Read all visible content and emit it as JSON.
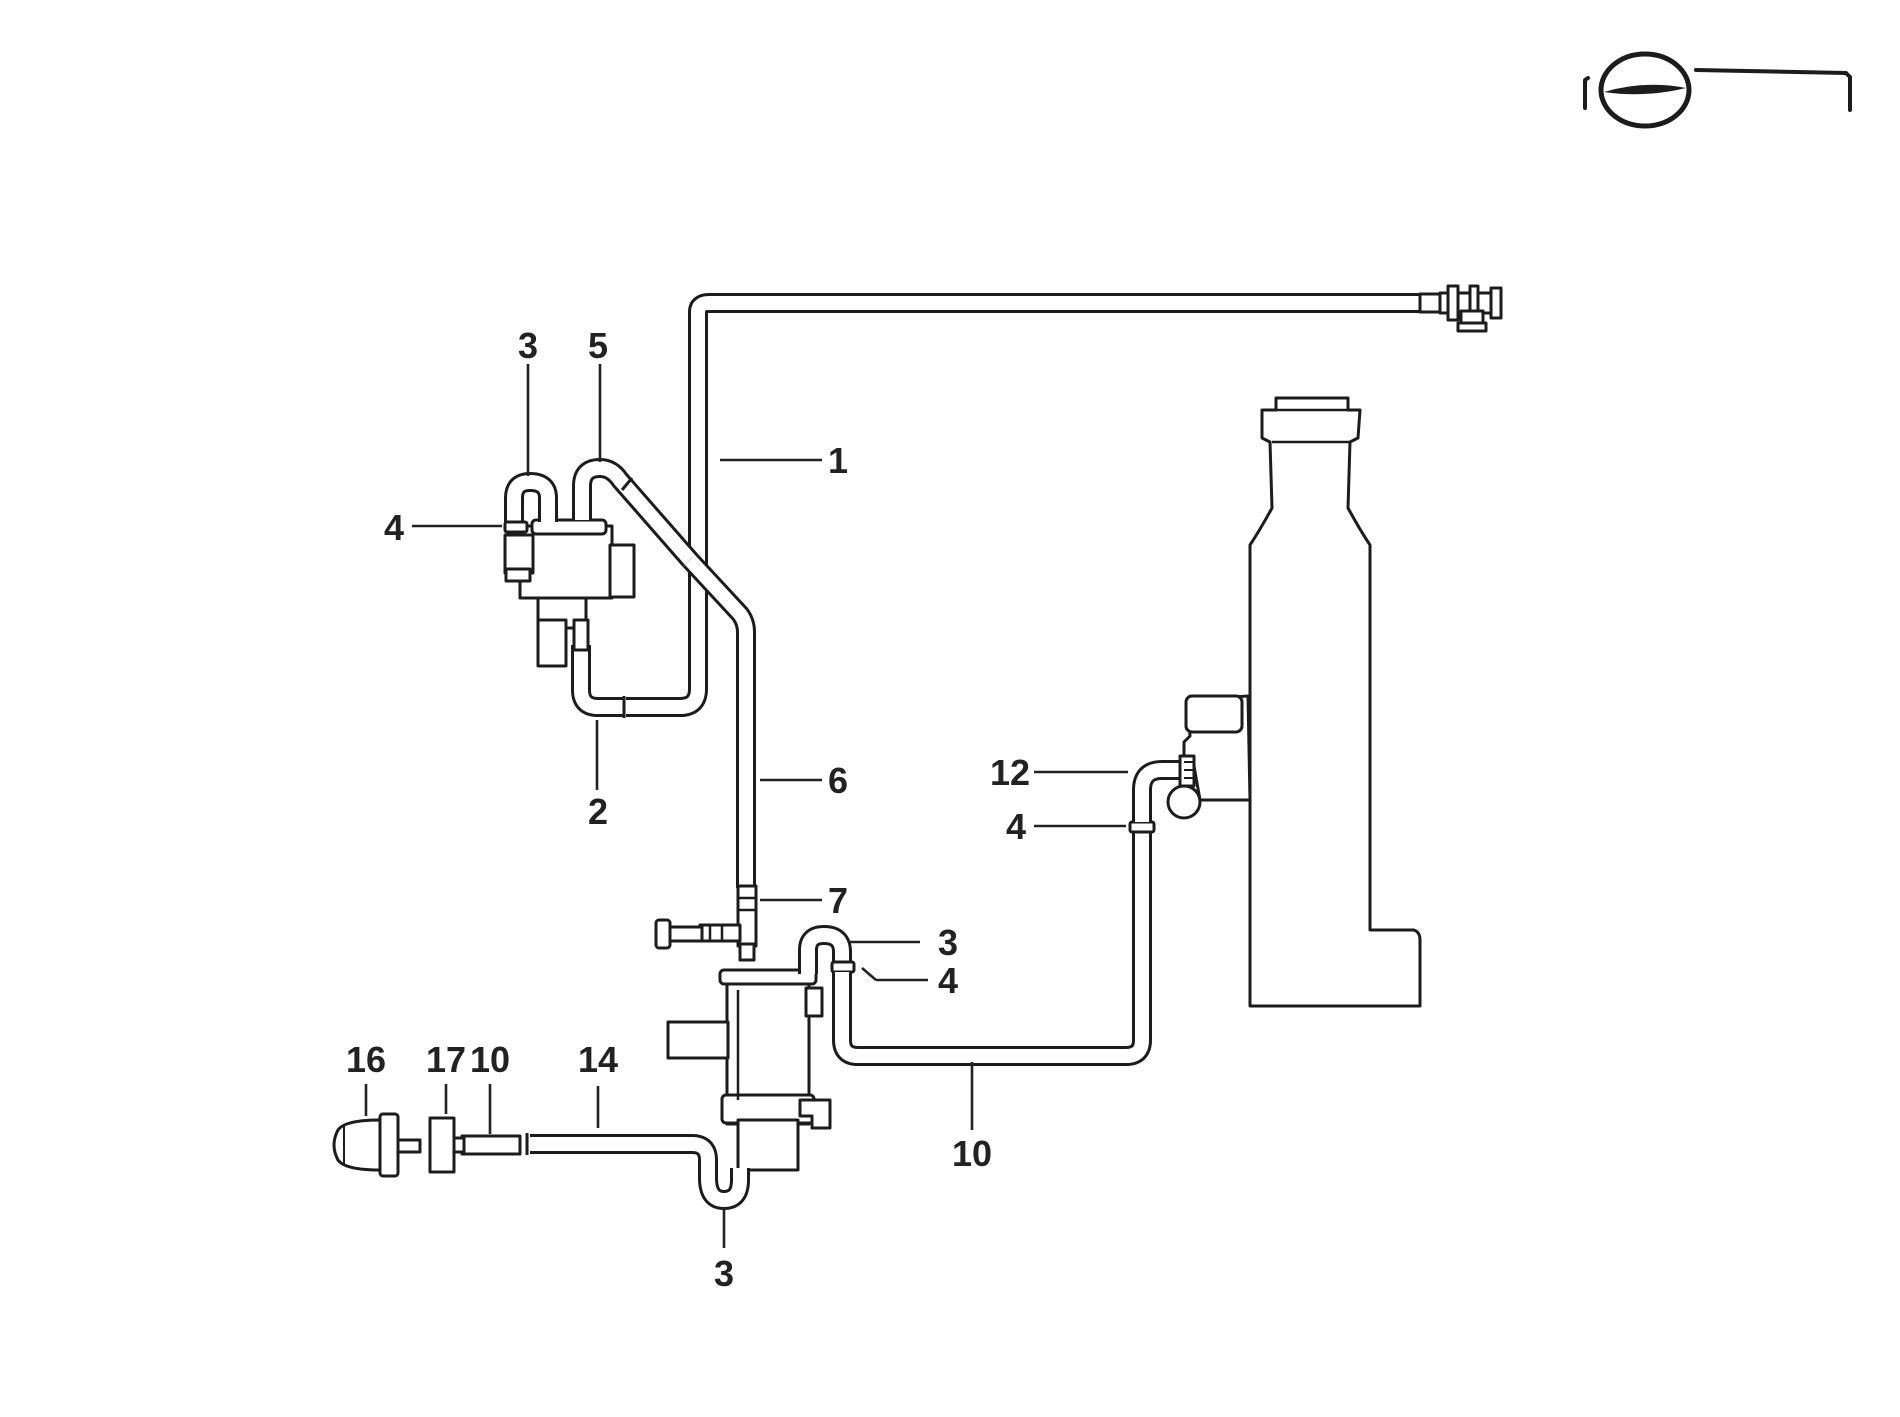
{
  "callouts": [
    {
      "id": "c1",
      "label": "1"
    },
    {
      "id": "c2",
      "label": "2"
    },
    {
      "id": "c3a",
      "label": "3"
    },
    {
      "id": "c3b",
      "label": "3"
    },
    {
      "id": "c3c",
      "label": "3"
    },
    {
      "id": "c4a",
      "label": "4"
    },
    {
      "id": "c4b",
      "label": "4"
    },
    {
      "id": "c4c",
      "label": "4"
    },
    {
      "id": "c5",
      "label": "5"
    },
    {
      "id": "c6",
      "label": "6"
    },
    {
      "id": "c7",
      "label": "7"
    },
    {
      "id": "c10a",
      "label": "10"
    },
    {
      "id": "c10b",
      "label": "10"
    },
    {
      "id": "c12",
      "label": "12"
    },
    {
      "id": "c14",
      "label": "14"
    },
    {
      "id": "c16",
      "label": "16"
    },
    {
      "id": "c17",
      "label": "17"
    }
  ],
  "icons": {
    "vehicle_locator": "vehicle-locator-icon"
  }
}
